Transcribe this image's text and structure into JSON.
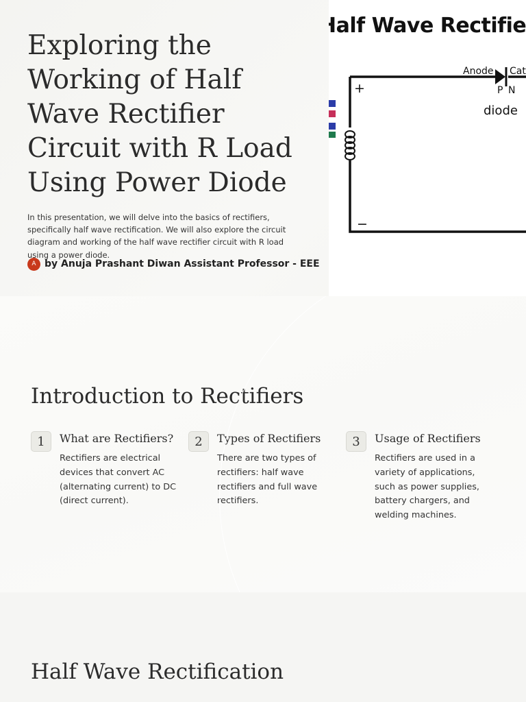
{
  "hero": {
    "title": "Exploring the Working of Half Wave Rectifier Circuit with R Load Using Power Diode",
    "description": "In this presentation, we will delve into the basics of rectifiers, specifically half wave rectification. We will also explore the circuit diagram and working of the half wave rectifier circuit with R load using a power diode.",
    "avatar_initial": "A",
    "byline": "by Anuja Prashant Diwan Assistant Professor - EEE",
    "image": {
      "title": "Half Wave Rectifier",
      "anode_label": "Anode",
      "cathode_label": "Cat",
      "p_label": "P",
      "n_label": "N",
      "diode_label": "diode",
      "plus_label": "+",
      "minus_label": "−"
    }
  },
  "intro": {
    "heading": "Introduction to Rectifiers",
    "cards": [
      {
        "number": "1",
        "title": "What are Rectifiers?",
        "body": "Rectifiers are electrical devices that convert AC (alternating current) to DC (direct current)."
      },
      {
        "number": "2",
        "title": "Types of Rectifiers",
        "body": "There are two types of rectifiers: half wave rectifiers and full wave rectifiers."
      },
      {
        "number": "3",
        "title": "Usage of Rectifiers",
        "body": "Rectifiers are used in a variety of applications, such as power supplies, battery chargers, and welding machines."
      }
    ]
  },
  "half_wave": {
    "heading": "Half Wave Rectification"
  }
}
